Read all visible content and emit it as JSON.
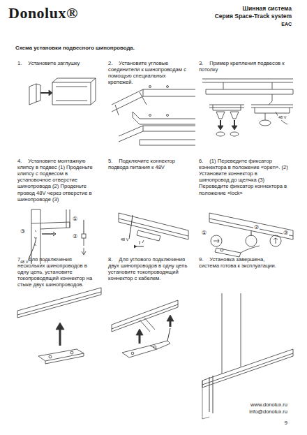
{
  "diagram": {
    "title": "Схема установки подвесного шинопровода.",
    "labels": [
      "Donolux®",
      "Шинная система",
      "Серия Space-Track system",
      "EAC",
      "1.",
      "Установите заглушку",
      "2.",
      "Установите угловые соединители к шинопроводам с помощью специальных крепежей.",
      "3.",
      "Пример крепления подвесов к потолку",
      "4.",
      "Установите монтажную клипсу в подвес (1) Проденьте клипсу с подвесом в установочное отверстие шинопровода (2) Проденьте провод 48V через отверстие в шинопроводе (3)",
      "5.",
      "Подключите коннектор подвода питания к 48V",
      "6.",
      "(1) Переведите фиксатор коннектора в положение «open». (2) Установите коннектор в шинопровод до щелчка (3) Переведите фиксатор коннектора в положение «lock»",
      "7.",
      "Для подключения нескольких шинопроводов в одну цепь, установите токопроводящий коннектор на стыке двух шинопроводов.",
      "8.",
      "Для углового подключения двух шинопроводов в одну цепь установите токопроводящий коннектор с кабелем.",
      "9.",
      "Установка завершена, система готова к эксплуатации.",
      "48 V",
      "①",
      "②",
      "③",
      "48 V",
      "48 V",
      "①",
      "②",
      "③",
      "www.donolux.ru",
      "info@donolux.ru",
      "9"
    ]
  }
}
